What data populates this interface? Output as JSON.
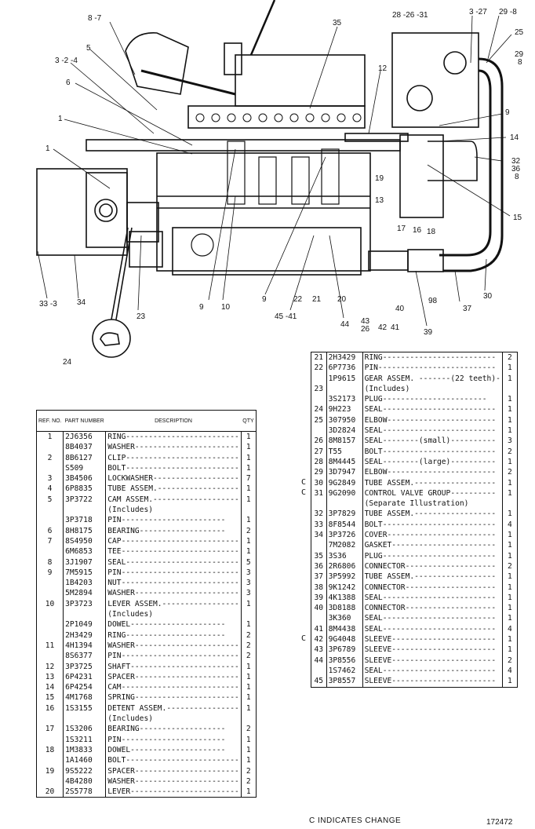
{
  "callouts": {
    "c_8_7": "8 -7",
    "c_35": "35",
    "c_28_26_31": "28 -26 -31",
    "c_3_27": "3 -27",
    "c_29_8": "29 -8",
    "c_25": "25",
    "c_29b": "29",
    "c_8b": "8",
    "c_3_2_4": "3 -2 -4",
    "c_5": "5",
    "c_6": "6",
    "c_12": "12",
    "c_9a": "9",
    "c_1a": "1",
    "c_14": "14",
    "c_1b": "1",
    "c_32_36_8": "32",
    "c_36": "36",
    "c_8c": "8",
    "c_19": "19",
    "c_13": "13",
    "c_15": "15",
    "c_17": "17",
    "c_16": "16",
    "c_18": "18",
    "c_30": "30",
    "c_98": "98",
    "c_37": "37",
    "c_39": "39",
    "c_9b": "9",
    "c_10": "10",
    "c_9c": "9",
    "c_22": "22",
    "c_21": "21",
    "c_20": "20",
    "c_33_3": "33 -3",
    "c_34": "34",
    "c_23": "23",
    "c_45_41": "45 -41",
    "c_44": "44",
    "c_43_26": "43",
    "c_26": "26",
    "c_42": "42",
    "c_41": "41",
    "c_40": "40",
    "c_24": "24"
  },
  "left_table": {
    "headers": {
      "ref": "REF. NO.",
      "part": "PART NUMBER",
      "desc": "DESCRIPTION",
      "qty": "QTY"
    },
    "rows": [
      {
        "ref": "1",
        "part": "2J6356",
        "desc": "RING-------------------------",
        "qty": "1"
      },
      {
        "ref": "",
        "part": "8B4037",
        "desc": "WASHER-----------------------",
        "qty": "1"
      },
      {
        "ref": "2",
        "part": "8B6127",
        "desc": "CLIP-------------------------",
        "qty": "1"
      },
      {
        "ref": "",
        "part": "S509",
        "desc": "BOLT-------------------------",
        "qty": "1"
      },
      {
        "ref": "3",
        "part": "3B4506",
        "desc": "LOCKWASHER-------------------",
        "qty": "7"
      },
      {
        "ref": "4",
        "part": "6P8835",
        "desc": "TUBE ASSEM.------------------",
        "qty": "1"
      },
      {
        "ref": "5",
        "part": "3P3722",
        "desc": "CAM ASSEM.-------------------",
        "qty": "1"
      },
      {
        "ref": "",
        "part": "",
        "desc": "   (Includes)",
        "qty": ""
      },
      {
        "ref": "",
        "part": "3P3718",
        "desc": "   PIN-----------------------",
        "qty": "1"
      },
      {
        "ref": "6",
        "part": "8H8175",
        "desc": "   BEARING-------------------",
        "qty": "2"
      },
      {
        "ref": "7",
        "part": "8S4950",
        "desc": "CAP--------------------------",
        "qty": "1"
      },
      {
        "ref": "",
        "part": "6M6853",
        "desc": "TEE--------------------------",
        "qty": "1"
      },
      {
        "ref": "8",
        "part": "3J1907",
        "desc": "SEAL-------------------------",
        "qty": "5"
      },
      {
        "ref": "9",
        "part": "7M5915",
        "desc": "PIN--------------------------",
        "qty": "3"
      },
      {
        "ref": "",
        "part": "1B4203",
        "desc": "NUT--------------------------",
        "qty": "3"
      },
      {
        "ref": "",
        "part": "5M2894",
        "desc": "WASHER-----------------------",
        "qty": "3"
      },
      {
        "ref": "10",
        "part": "3P3723",
        "desc": "LEVER ASSEM.-----------------",
        "qty": "1"
      },
      {
        "ref": "",
        "part": "",
        "desc": "   (Includes)",
        "qty": ""
      },
      {
        "ref": "",
        "part": "2P1049",
        "desc": "   DOWEL---------------------",
        "qty": "1"
      },
      {
        "ref": "",
        "part": "2H3429",
        "desc": "   RING----------------------",
        "qty": "2"
      },
      {
        "ref": "11",
        "part": "4H1394",
        "desc": "WASHER-----------------------",
        "qty": "2"
      },
      {
        "ref": "",
        "part": "8S6377",
        "desc": "PIN--------------------------",
        "qty": "2"
      },
      {
        "ref": "12",
        "part": "3P3725",
        "desc": "SHAFT------------------------",
        "qty": "1"
      },
      {
        "ref": "13",
        "part": "6P4231",
        "desc": "SPACER-----------------------",
        "qty": "1"
      },
      {
        "ref": "14",
        "part": "6P4254",
        "desc": "CAM--------------------------",
        "qty": "1"
      },
      {
        "ref": "15",
        "part": "4M1768",
        "desc": "SPRING-----------------------",
        "qty": "1"
      },
      {
        "ref": "16",
        "part": "1S3155",
        "desc": "DETENT ASSEM.----------------",
        "qty": "1"
      },
      {
        "ref": "",
        "part": "",
        "desc": "   (Includes)",
        "qty": ""
      },
      {
        "ref": "17",
        "part": "1S3206",
        "desc": "   BEARING-------------------",
        "qty": "2"
      },
      {
        "ref": "",
        "part": "1S3211",
        "desc": "   PIN-----------------------",
        "qty": "1"
      },
      {
        "ref": "18",
        "part": "1M3833",
        "desc": "   DOWEL---------------------",
        "qty": "1"
      },
      {
        "ref": "",
        "part": "1A1460",
        "desc": "BOLT-------------------------",
        "qty": "1"
      },
      {
        "ref": "19",
        "part": "9S5222",
        "desc": "SPACER-----------------------",
        "qty": "2"
      },
      {
        "ref": "",
        "part": "4B4280",
        "desc": "WASHER-----------------------",
        "qty": "2"
      },
      {
        "ref": "20",
        "part": "2S5778",
        "desc": "LEVER------------------------",
        "qty": "1"
      }
    ]
  },
  "right_table": {
    "rows": [
      {
        "c": "",
        "ref": "21",
        "part": "2H3429",
        "desc": "RING-------------------------",
        "qty": "2"
      },
      {
        "c": "",
        "ref": "22",
        "part": "6P7736",
        "desc": "PIN--------------------------",
        "qty": "1"
      },
      {
        "c": "",
        "ref": "",
        "part": "1P9615",
        "desc": "GEAR ASSEM. -------(22 teeth)-",
        "qty": "1"
      },
      {
        "c": "",
        "ref": "23",
        "part": "",
        "desc": "   (Includes)",
        "qty": ""
      },
      {
        "c": "",
        "ref": "",
        "part": "3S2173",
        "desc": "   PLUG-----------------------",
        "qty": "1"
      },
      {
        "c": "",
        "ref": "24",
        "part": "9H223",
        "desc": "SEAL-------------------------",
        "qty": "1"
      },
      {
        "c": "",
        "ref": "25",
        "part": "307950",
        "desc": "ELBOW------------------------",
        "qty": "1"
      },
      {
        "c": "",
        "ref": "",
        "part": "3D2824",
        "desc": "SEAL-------------------------",
        "qty": "1"
      },
      {
        "c": "",
        "ref": "26",
        "part": "8M8157",
        "desc": "SEAL--------(small)----------",
        "qty": "3"
      },
      {
        "c": "",
        "ref": "27",
        "part": "T55",
        "desc": "BOLT-------------------------",
        "qty": "2"
      },
      {
        "c": "",
        "ref": "28",
        "part": "8M4445",
        "desc": "SEAL--------(large)----------",
        "qty": "1"
      },
      {
        "c": "",
        "ref": "29",
        "part": "3D7947",
        "desc": "ELBOW------------------------",
        "qty": "2"
      },
      {
        "c": "C",
        "ref": "30",
        "part": "9G2849",
        "desc": "TUBE ASSEM.------------------",
        "qty": "1"
      },
      {
        "c": "C",
        "ref": "31",
        "part": "9G2090",
        "desc": "CONTROL VALVE GROUP----------",
        "qty": "1"
      },
      {
        "c": "",
        "ref": "",
        "part": "",
        "desc": "      (Separate Illustration)",
        "qty": ""
      },
      {
        "c": "",
        "ref": "32",
        "part": "3P7829",
        "desc": "TUBE ASSEM.------------------",
        "qty": "1"
      },
      {
        "c": "",
        "ref": "33",
        "part": "8F8544",
        "desc": "BOLT-------------------------",
        "qty": "4"
      },
      {
        "c": "",
        "ref": "34",
        "part": "3P3726",
        "desc": "COVER------------------------",
        "qty": "1"
      },
      {
        "c": "",
        "ref": "",
        "part": "7M2082",
        "desc": "GASKET-----------------------",
        "qty": "1"
      },
      {
        "c": "",
        "ref": "35",
        "part": "3S36",
        "desc": "PLUG-------------------------",
        "qty": "1"
      },
      {
        "c": "",
        "ref": "36",
        "part": "2R6806",
        "desc": "CONNECTOR--------------------",
        "qty": "2"
      },
      {
        "c": "",
        "ref": "37",
        "part": "3P5992",
        "desc": "TUBE ASSEM.------------------",
        "qty": "1"
      },
      {
        "c": "",
        "ref": "38",
        "part": "9K1242",
        "desc": "CONNECTOR--------------------",
        "qty": "1"
      },
      {
        "c": "",
        "ref": "39",
        "part": "4K1388",
        "desc": "SEAL-------------------------",
        "qty": "1"
      },
      {
        "c": "",
        "ref": "40",
        "part": "3D8188",
        "desc": "CONNECTOR--------------------",
        "qty": "1"
      },
      {
        "c": "",
        "ref": "",
        "part": "3K360",
        "desc": "SEAL-------------------------",
        "qty": "1"
      },
      {
        "c": "",
        "ref": "41",
        "part": "8M4438",
        "desc": "SEAL-------------------------",
        "qty": "4"
      },
      {
        "c": "C",
        "ref": "42",
        "part": "9G4048",
        "desc": "SLEEVE-----------------------",
        "qty": "1"
      },
      {
        "c": "",
        "ref": "43",
        "part": "3P6789",
        "desc": "SLEEVE-----------------------",
        "qty": "1"
      },
      {
        "c": "",
        "ref": "44",
        "part": "3P8556",
        "desc": "SLEEVE-----------------------",
        "qty": "2"
      },
      {
        "c": "",
        "ref": "",
        "part": "1S7462",
        "desc": "SEAL-------------------------",
        "qty": "4"
      },
      {
        "c": "",
        "ref": "45",
        "part": "3P8557",
        "desc": "SLEEVE-----------------------",
        "qty": "1"
      }
    ]
  },
  "footer": {
    "note": "C INDICATES CHANGE",
    "drawing_number": "172472"
  }
}
